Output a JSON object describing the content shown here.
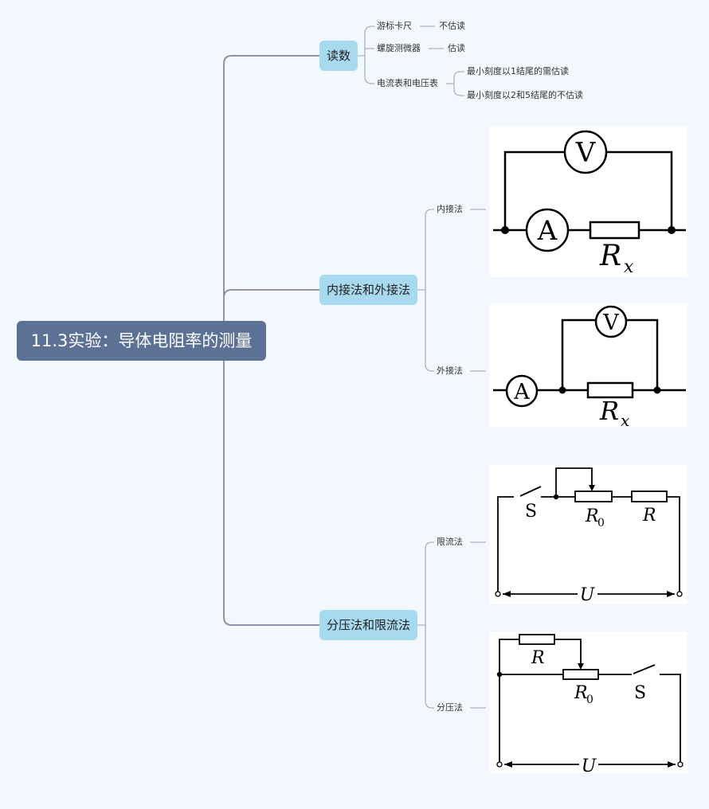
{
  "root": {
    "title": "11.3实验：导体电阻率的测量"
  },
  "branches": {
    "reading": {
      "label": "读数",
      "items": [
        {
          "label": "游标卡尺",
          "note": "不估读"
        },
        {
          "label": "螺旋测微器",
          "note": "估读"
        },
        {
          "label": "电流表和电压表",
          "subs": [
            "最小刻度以1结尾的需估读",
            "最小刻度以2和5结尾的不估读"
          ]
        }
      ]
    },
    "connection": {
      "label": "内接法和外接法",
      "items": [
        {
          "label": "内接法"
        },
        {
          "label": "外接法"
        }
      ]
    },
    "method": {
      "label": "分压法和限流法",
      "items": [
        {
          "label": "限流法"
        },
        {
          "label": "分压法"
        }
      ]
    }
  },
  "circuits": {
    "internal": {
      "voltmeter": "V",
      "ammeter": "A",
      "resistor": "R",
      "subscript": "x"
    },
    "external": {
      "voltmeter": "V",
      "ammeter": "A",
      "resistor": "R",
      "subscript": "x"
    },
    "limiting": {
      "switch": "S",
      "rheostat": "R",
      "rheostat_sub": "0",
      "resistor": "R",
      "voltage": "U"
    },
    "divider": {
      "switch": "S",
      "rheostat": "R",
      "rheostat_sub": "0",
      "resistor": "R",
      "voltage": "U"
    }
  },
  "colors": {
    "root": "#5c7196",
    "node": "#a7d9ef",
    "line": "#8f93ac",
    "background": "#f2f8fd"
  }
}
